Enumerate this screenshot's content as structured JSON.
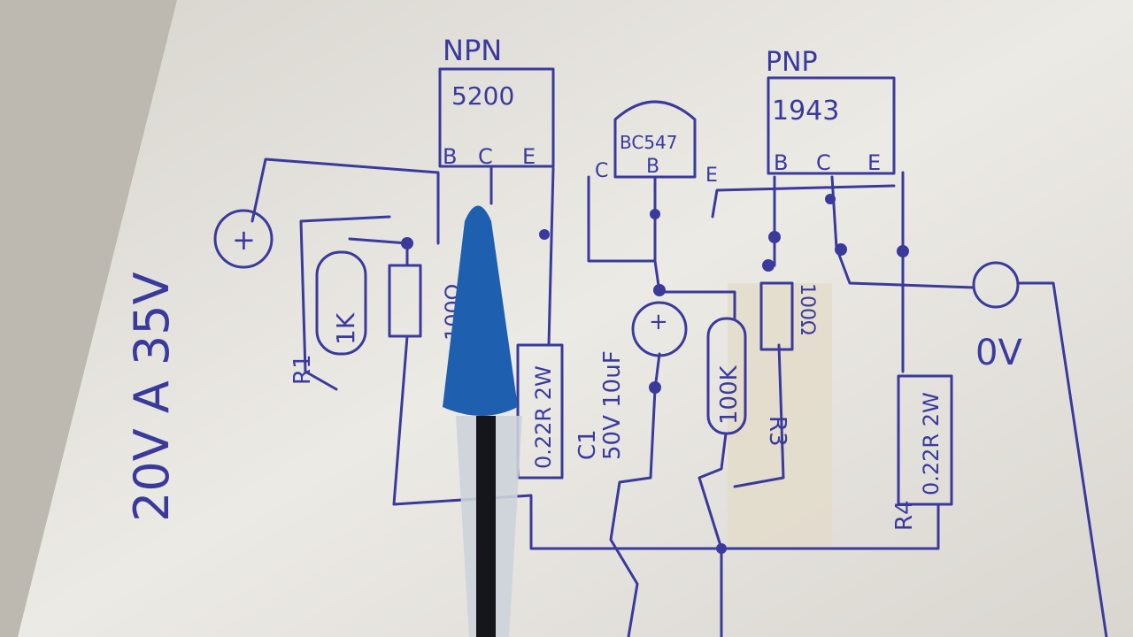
{
  "colors": {
    "paper": "#ebe9e4",
    "ink": "#3a3a9c",
    "pen_cap": "#1f5fb0",
    "tape": "#e3dccb"
  },
  "supply_label": "20V A 35V",
  "ground_label": "0V",
  "npn": {
    "type": "NPN",
    "part": "5200",
    "pins": [
      "B",
      "C",
      "E"
    ]
  },
  "pnp": {
    "type": "PNP",
    "part": "1943",
    "pins": [
      "B",
      "C",
      "E"
    ]
  },
  "driver": {
    "part": "BC547",
    "pins": [
      "C",
      "B",
      "E"
    ]
  },
  "r1": {
    "name": "R1",
    "value": "1K"
  },
  "r_npn_base": {
    "value": "100Ω"
  },
  "r_npn_emitter": {
    "value": "0.22R 2W"
  },
  "capacitor": {
    "name": "C1",
    "value": "50V 10uF",
    "polarity": "+"
  },
  "r3": {
    "name": "R3",
    "value": "100K"
  },
  "r_pnp_base": {
    "value": "100Ω"
  },
  "r4": {
    "name": "R4",
    "value": "0.22R 2W"
  },
  "supply_terminal": "+"
}
